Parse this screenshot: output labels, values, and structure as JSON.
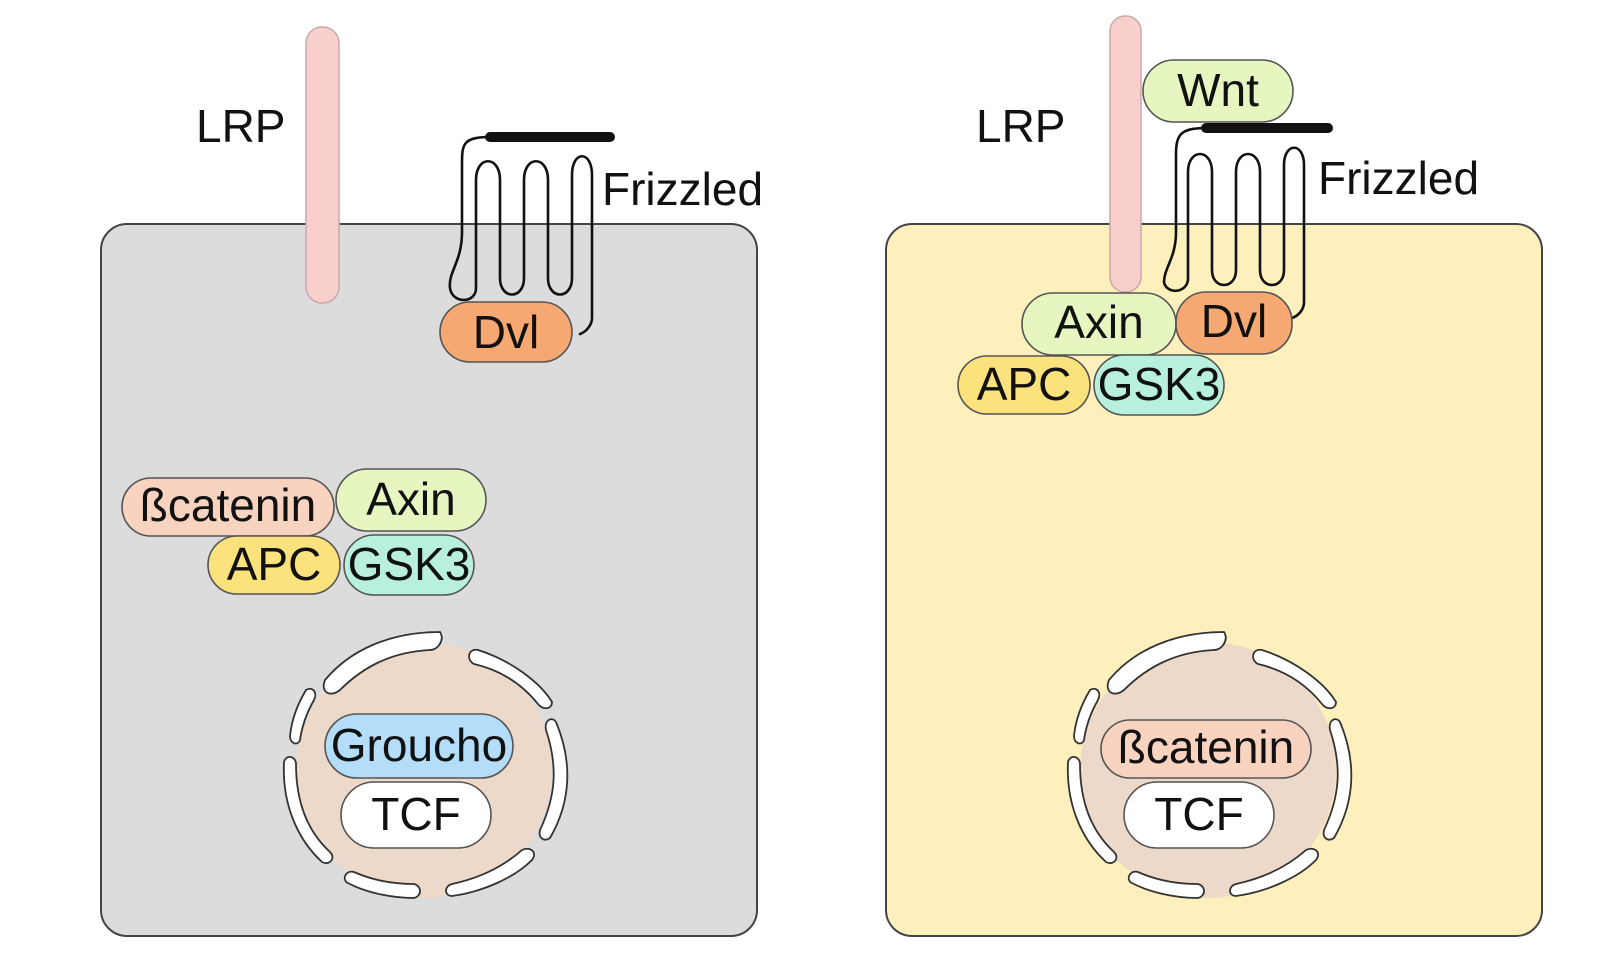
{
  "colors": {
    "background": "#ffffff",
    "cell_inactive": "#dcdcdc",
    "cell_active": "#fdf0bd",
    "nucleus": "#ecd9ca",
    "lrp": "#f8cfcc",
    "frizzled_line": "#111111",
    "dvl": "#f6a872",
    "axin": "#e5f6c0",
    "wnt": "#e5f6c0",
    "apc": "#fce27d",
    "gsk3": "#b8f0dd",
    "beta_catenin": "#f8d3c0",
    "groucho": "#b3ddf8",
    "tcf": "#ffffff"
  },
  "panels": {
    "off": {
      "lrp": "LRP",
      "frizzled": "Frizzled",
      "dvl": "Dvl",
      "beta_catenin": "ßcatenin",
      "axin": "Axin",
      "apc": "APC",
      "gsk3": "GSK3",
      "groucho": "Groucho",
      "tcf": "TCF"
    },
    "on": {
      "wnt": "Wnt",
      "lrp": "LRP",
      "frizzled": "Frizzled",
      "axin": "Axin",
      "dvl": "Dvl",
      "apc": "APC",
      "gsk3": "GSK3",
      "beta_catenin": "ßcatenin",
      "tcf": "TCF"
    }
  }
}
